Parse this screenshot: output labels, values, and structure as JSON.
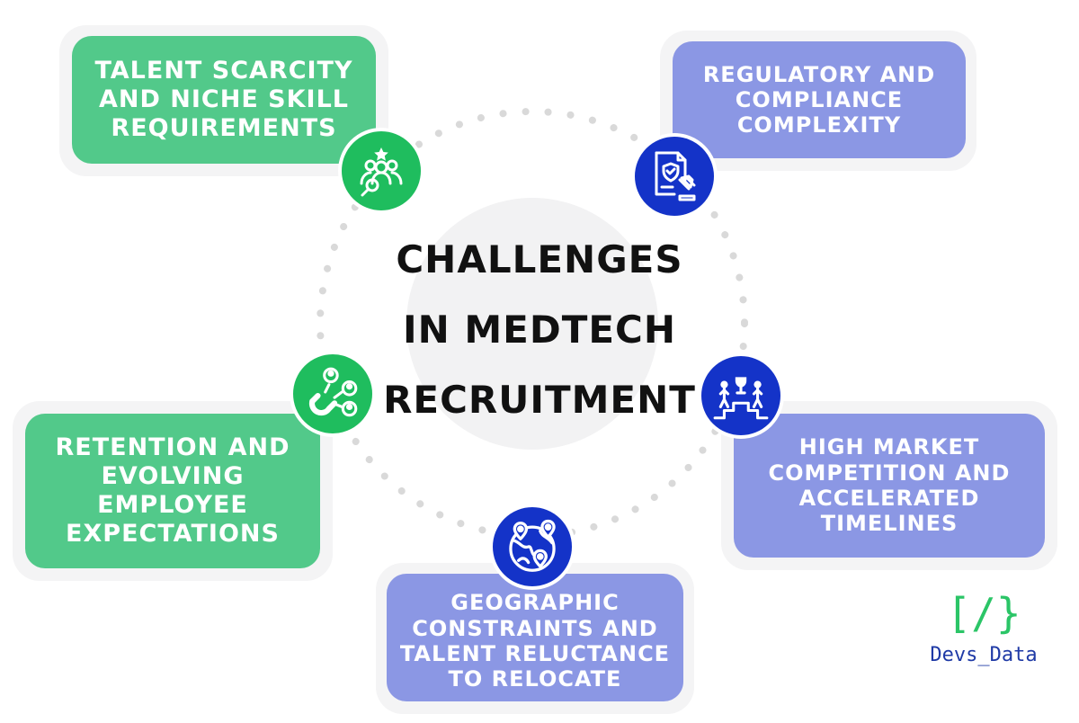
{
  "title": {
    "line1": "CHALLENGES",
    "line2": "IN MEDTECH",
    "line3": "RECRUITMENT"
  },
  "challenges": {
    "talent_scarcity": {
      "lines": [
        "TALENT SCARCITY",
        "AND NICHE SKILL",
        "REQUIREMENTS"
      ],
      "color": "#52c98a"
    },
    "regulatory": {
      "lines": [
        "REGULATORY AND",
        "COMPLIANCE",
        "COMPLEXITY"
      ],
      "color": "#8b97e4"
    },
    "market_competition": {
      "lines": [
        "HIGH MARKET",
        "COMPETITION AND",
        "ACCELERATED",
        "TIMELINES"
      ],
      "color": "#8b97e4"
    },
    "retention": {
      "lines": [
        "RETENTION AND",
        "EVOLVING",
        "EMPLOYEE",
        "EXPECTATIONS"
      ],
      "color": "#52c98a"
    },
    "geographic": {
      "lines": [
        "GEOGRAPHIC",
        "CONSTRAINTS AND",
        "TALENT RELUCTANCE",
        "TO RELOCATE"
      ],
      "color": "#8b97e4"
    }
  },
  "icons": {
    "talent_scarcity": "team-search-icon",
    "regulatory": "legal-document-gavel-icon",
    "market_competition": "competition-podium-icon",
    "retention": "talent-magnet-icon",
    "geographic": "globe-pins-icon"
  },
  "logo": {
    "mark": "[/}",
    "text": "Devs_Data"
  },
  "colors": {
    "green_card": "#52c98a",
    "blue_card": "#8b97e4",
    "green_icon": "#1fbd5e",
    "navy_icon": "#1433c8",
    "logo_green": "#2bc567",
    "logo_blue": "#1f3aa6"
  }
}
